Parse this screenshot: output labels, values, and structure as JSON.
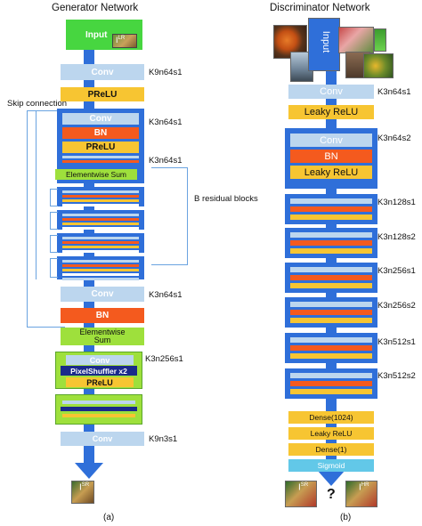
{
  "generator": {
    "title": "Generator Network",
    "input_label": "Input",
    "input_lr_label": "I",
    "input_lr_sup": "LR",
    "conv_label": "Conv",
    "conv_k1": "K9n64s1",
    "prelu_label": "PReLU",
    "skip_label": "Skip connection",
    "block_conv": "Conv",
    "block_bn": "BN",
    "block_prelu": "PReLU",
    "block_sum": "Elementwise Sum",
    "block_k1": "K3n64s1",
    "block_k2": "K3n64s1",
    "residual_label": "B residual blocks",
    "conv2_label": "Conv",
    "conv2_k": "K3n64s1",
    "bn2_label": "BN",
    "sum2_label": "Elementwise Sum",
    "up_conv": "Conv",
    "up_pixel": "PixelShuffler x2",
    "up_prelu": "PReLU",
    "up_k": "K3n256s1",
    "final_conv": "Conv",
    "final_k": "K9n3s1",
    "output_label": "I",
    "output_sup": "SR",
    "caption": "(a)"
  },
  "discriminator": {
    "title": "Discriminator Network",
    "input_label": "Input",
    "conv_label": "Conv",
    "conv_k": "K3n64s1",
    "lrelu_label": "Leaky ReLU",
    "block_conv": "Conv",
    "block_bn": "BN",
    "block_lrelu": "Leaky ReLU",
    "k_labels": [
      "K3n64s2",
      "K3n128s1",
      "K3n128s2",
      "K3n256s1",
      "K3n256s2",
      "K3n512s1",
      "K3n512s2"
    ],
    "dense1": "Dense(1024)",
    "lrelu2": "Leaky ReLU",
    "dense2": "Dense(1)",
    "sigmoid": "Sigmoid",
    "out_sr": "I",
    "out_sr_sup": "SR",
    "out_q": "?",
    "out_hr": "I",
    "out_hr_sup": "HR",
    "caption": "(b)"
  },
  "colors": {
    "pipeline_blue": "#2f6fd9",
    "conv": "#bcd6ee",
    "prelu": "#f7c532",
    "bn": "#f45a1e",
    "sum_green": "#9ee03c",
    "skip_line": "#6aa3e0",
    "sigmoid": "#62c8e8"
  }
}
